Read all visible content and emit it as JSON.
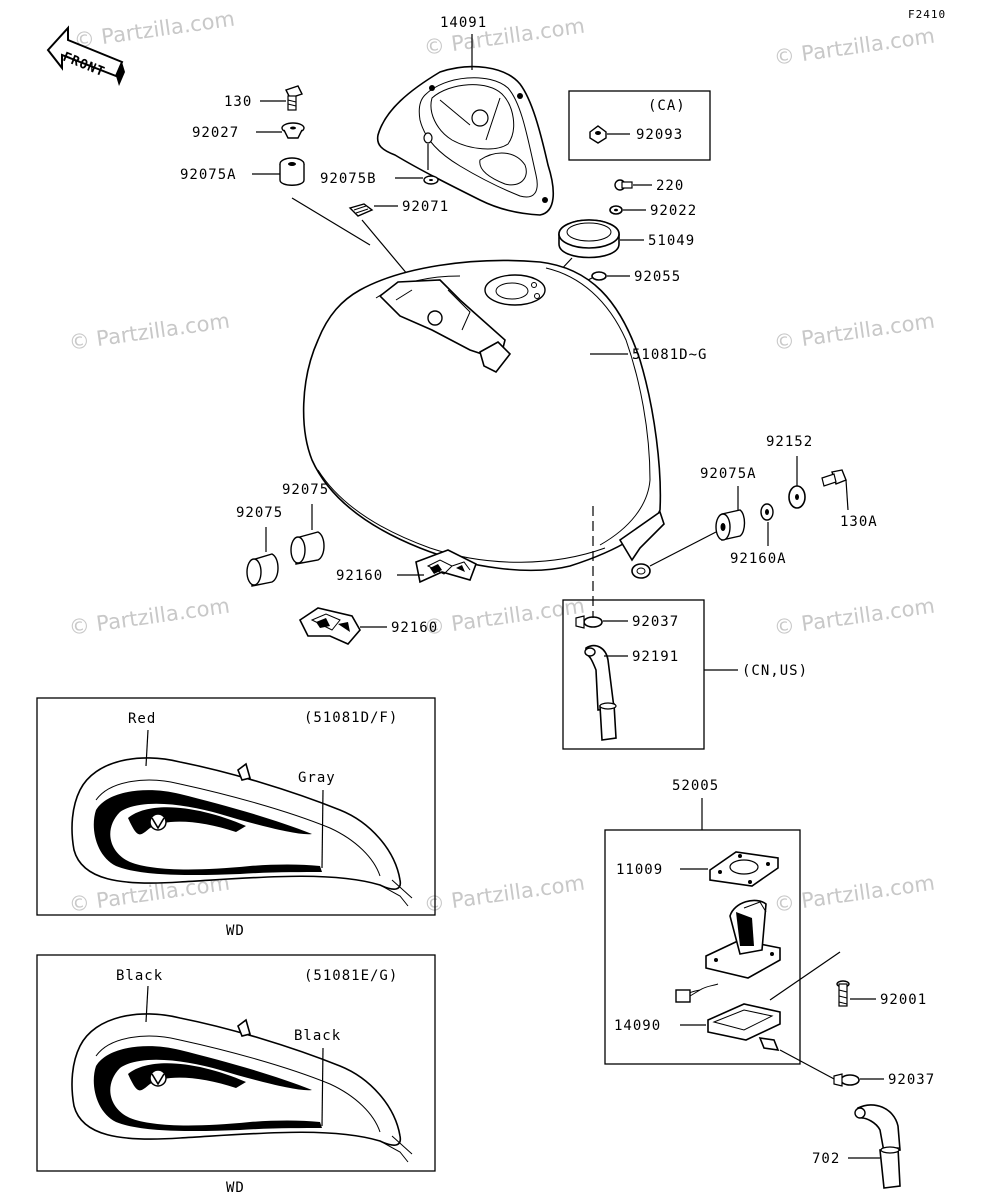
{
  "diagram_code": "F2410",
  "front_label": "FRONT",
  "watermark": "© Partzilla.com",
  "parts": {
    "p14091": "14091",
    "p130": "130",
    "p92027": "92027",
    "p92075A_top": "92075A",
    "p92075B": "92075B",
    "p92071": "92071",
    "p92093": "92093",
    "ca_label": "(CA)",
    "p220": "220",
    "p92022": "92022",
    "p51049": "51049",
    "p92055": "92055",
    "p51081": "51081D~G",
    "p92152": "92152",
    "p92075A_right": "92075A",
    "p130A": "130A",
    "p92160A": "92160A",
    "p92075_a": "92075",
    "p92075_b": "92075",
    "p92160_a": "92160",
    "p92160_b": "92160",
    "p92037_top": "92037",
    "p92191": "92191",
    "cnus_label": "(CN,US)",
    "p52005": "52005",
    "p11009": "11009",
    "p14090": "14090",
    "p92001": "92001",
    "p92037_bottom": "92037",
    "p702": "702"
  },
  "inset_top": {
    "code": "(51081D/F)",
    "color_1": "Red",
    "color_2": "Gray",
    "caption": "WD"
  },
  "inset_bottom": {
    "code": "(51081E/G)",
    "color_1": "Black",
    "color_2": "Black",
    "caption": "WD"
  }
}
